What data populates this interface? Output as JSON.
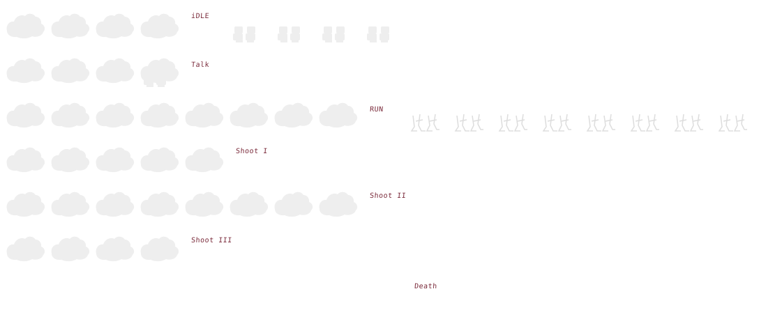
{
  "sheet": {
    "background": "#ffffff",
    "label_color": "#7a2a3a",
    "sprite_color": "#eeeeee",
    "rows": [
      {
        "key": "idle",
        "label": "iDLE",
        "frames": 4
      },
      {
        "key": "talk",
        "label": "Talk",
        "frames": 4
      },
      {
        "key": "run",
        "label": "RUN",
        "frames": 8
      },
      {
        "key": "shoot1",
        "label": "Shoot I",
        "frames": 5
      },
      {
        "key": "shoot2",
        "label": "Shoot II",
        "frames": 8
      },
      {
        "key": "shoot3",
        "label": "Shoot III",
        "frames": 4
      },
      {
        "key": "death",
        "label": "Death",
        "frames": 0
      }
    ],
    "extras": {
      "idle_legs_frames": 4,
      "run_fx_frames": 8
    }
  }
}
